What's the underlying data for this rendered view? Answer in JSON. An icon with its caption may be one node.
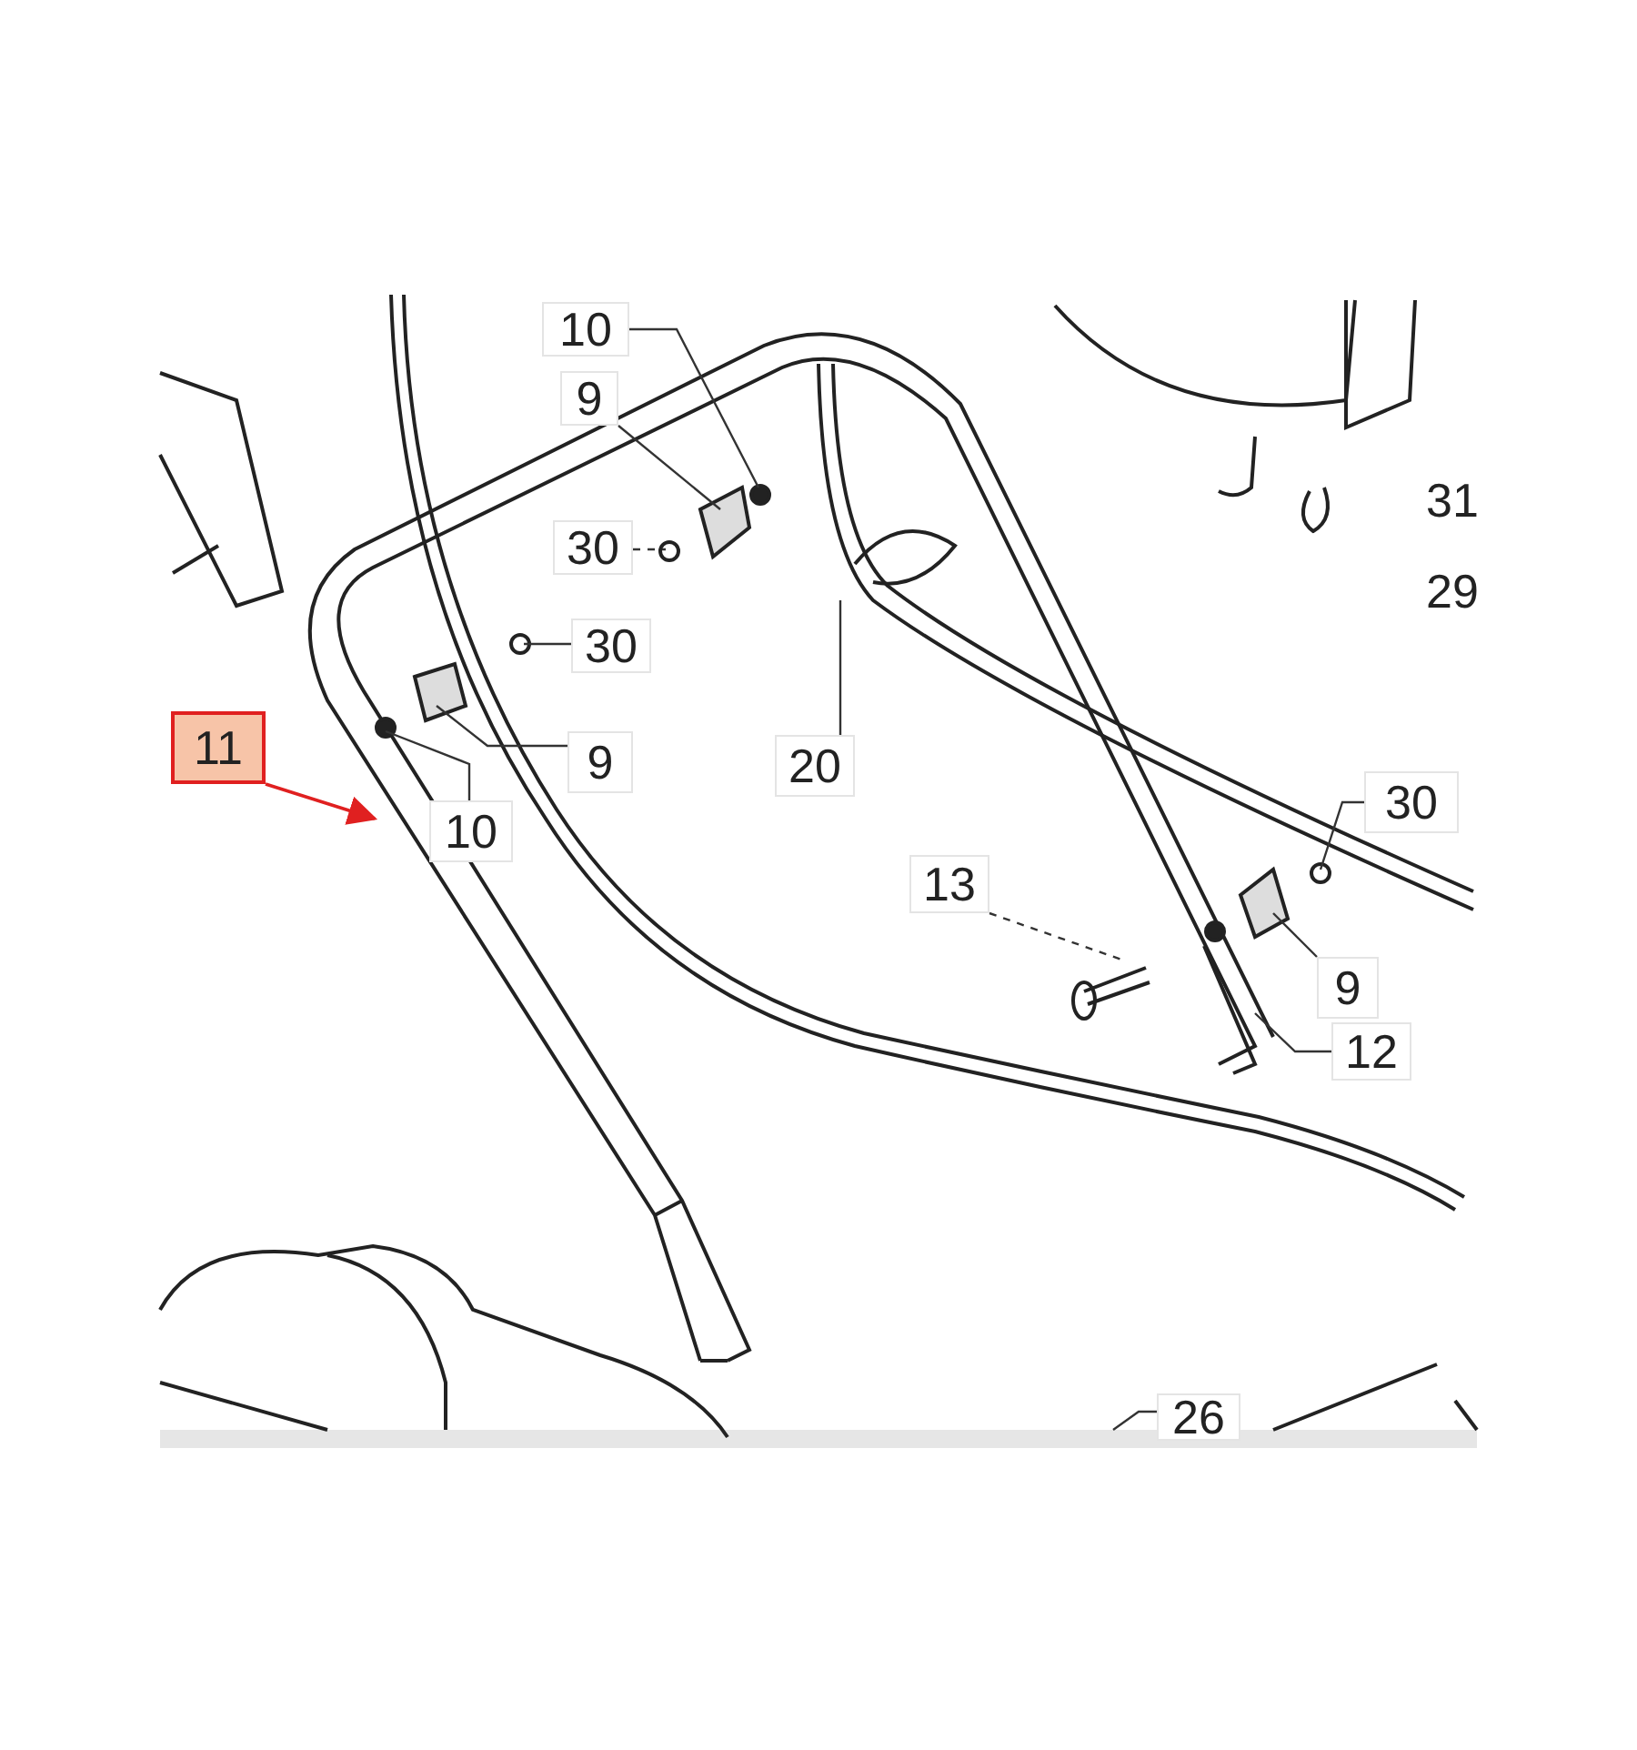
{
  "diagram": {
    "nodes": [
      {
        "text": [
          "10"
        ]
      },
      {
        "text": [
          "9"
        ]
      },
      {
        "text": [
          "30"
        ]
      },
      {
        "text": [
          "30"
        ]
      },
      {
        "text": [
          "9"
        ]
      },
      {
        "text": [
          "10"
        ]
      },
      {
        "text": [
          "11"
        ]
      },
      {
        "text": [
          "20"
        ]
      },
      {
        "text": [
          "13"
        ]
      },
      {
        "text": [
          "30"
        ]
      },
      {
        "text": [
          "9"
        ]
      },
      {
        "text": [
          "12"
        ]
      },
      {
        "text": [
          "26"
        ]
      }
    ],
    "edges": [
      {
        "from": 0,
        "to": null,
        "arrow": "none"
      },
      {
        "from": 1,
        "to": null,
        "arrow": "none"
      },
      {
        "from": 2,
        "to": null,
        "arrow": "none",
        "style": "dashed"
      },
      {
        "from": 3,
        "to": null,
        "arrow": "none"
      },
      {
        "from": 4,
        "to": null,
        "arrow": "none"
      },
      {
        "from": 5,
        "to": null,
        "arrow": "none"
      },
      {
        "from": 6,
        "to": null,
        "arrow": "to",
        "color": "#e02020"
      },
      {
        "from": 7,
        "to": null,
        "arrow": "none"
      },
      {
        "from": 8,
        "to": null,
        "arrow": "none",
        "style": "dashed"
      },
      {
        "from": 9,
        "to": null,
        "arrow": "none"
      },
      {
        "from": 10,
        "to": null,
        "arrow": "none"
      },
      {
        "from": 11,
        "to": null,
        "arrow": "none"
      },
      {
        "from": 12,
        "to": null,
        "arrow": "none"
      }
    ],
    "labels": [
      "31",
      "29"
    ]
  }
}
